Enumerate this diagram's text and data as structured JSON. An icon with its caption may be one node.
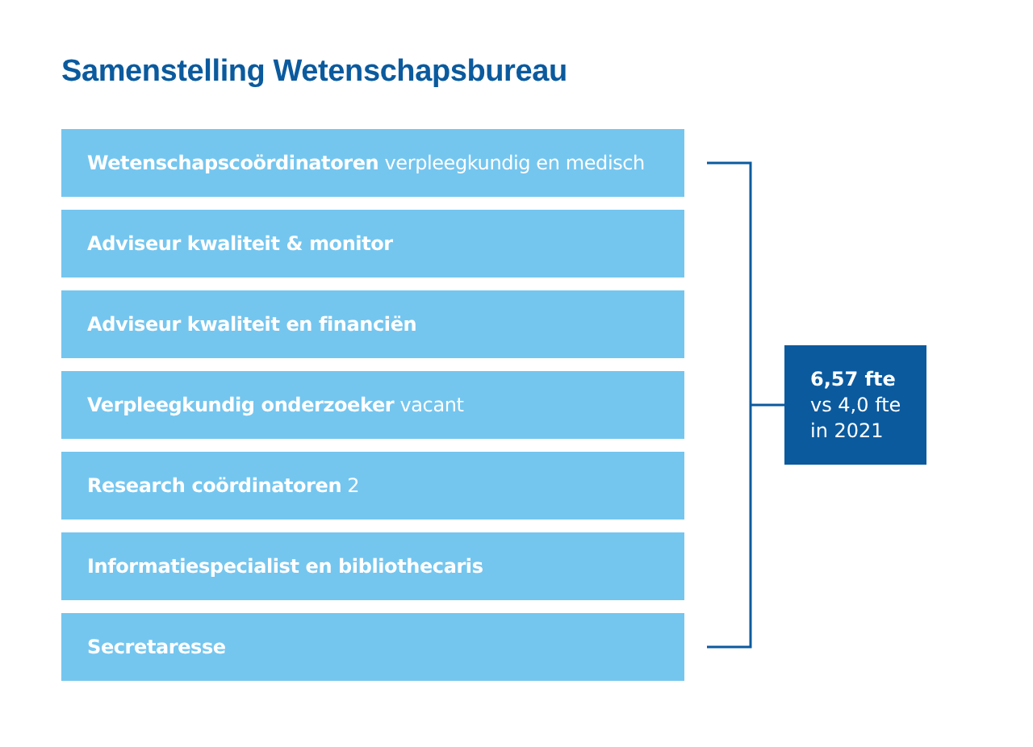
{
  "diagram": {
    "title": "Samenstelling Wetenschapsbureau",
    "nodes": [
      {
        "text": [
          "**Wetenschapscoördinatoren** verpleegkundig en medisch"
        ]
      },
      {
        "text": [
          "Adviseur kwaliteit & monitor"
        ]
      },
      {
        "text": [
          "Adviseur kwaliteit en financiën"
        ]
      },
      {
        "text": [
          "**Verpleegkundig onderzoeker** vacant"
        ]
      },
      {
        "text": [
          "**Research coördinatoren** 2"
        ]
      },
      {
        "text": [
          "Informatiespecialist en bibliothecaris"
        ]
      },
      {
        "text": [
          "Secretaresse"
        ]
      },
      {
        "text": [
          "6,57 fte",
          "vs 4,0 fte in 2021"
        ]
      }
    ],
    "edges": []
  }
}
